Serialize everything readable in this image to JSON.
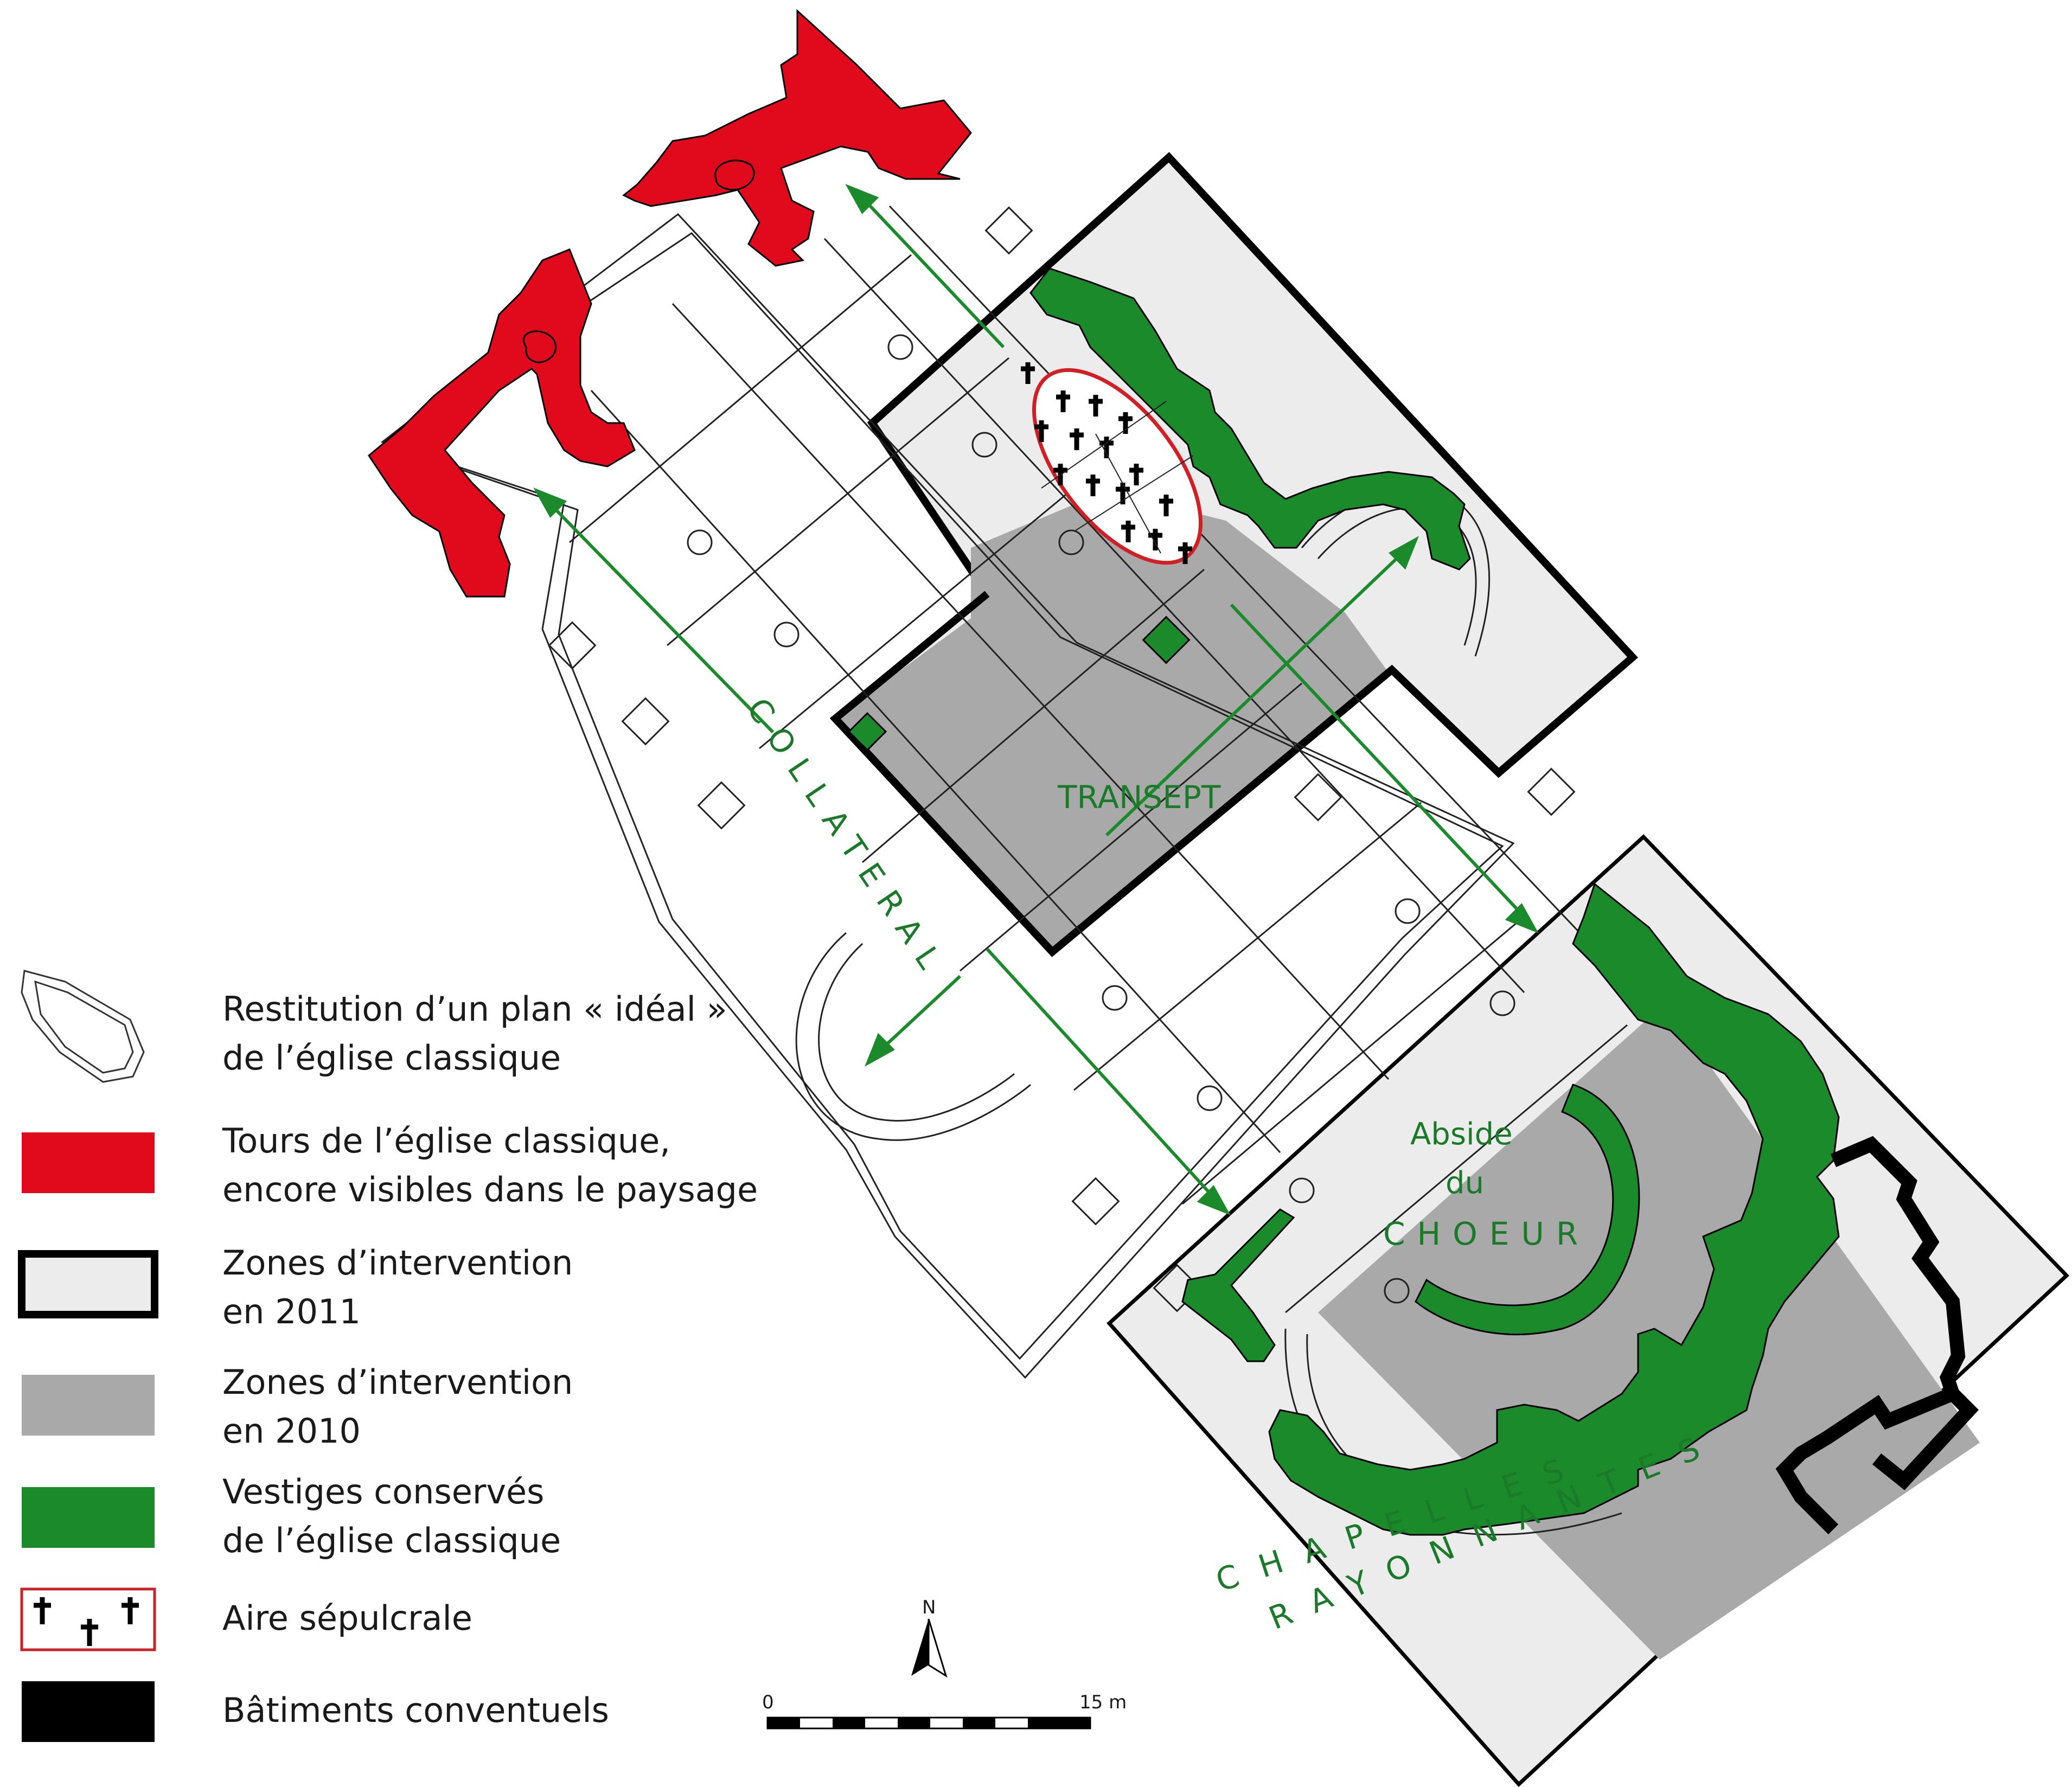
{
  "colors": {
    "tower_red": "#e00a1c",
    "remains_green": "#1a8a2a",
    "zone2011_fill": "#ececec",
    "zone2010_fill": "#a9a9a9",
    "convent_black": "#000000",
    "label_green": "#1a7a2a",
    "sepulchral_ring": "#d21f26"
  },
  "labels": {
    "collateral": "COLLATERAL",
    "transept": "TRANSEPT",
    "abside_line1": "Abside",
    "abside_line2": "du",
    "abside_line3": "CHOEUR",
    "chapelles": "CHAPELLES",
    "rayonnantes": "RAYONNANTES"
  },
  "legend": {
    "items": [
      {
        "line1": "Restitution d’un plan « idéal »",
        "line2": "de l’église classique",
        "icon": "ideal-plan-icon"
      },
      {
        "line1": "Tours de l’église classique,",
        "line2": "encore visibles dans le paysage",
        "icon": "red-swatch"
      },
      {
        "line1": "Zones d’intervention",
        "line2": "en 2011",
        "icon": "light-grey-bordered-swatch"
      },
      {
        "line1": "Zones d’intervention",
        "line2": "en 2010",
        "icon": "grey-swatch"
      },
      {
        "line1": "Vestiges conservés",
        "line2": "de l’église classique",
        "icon": "green-swatch"
      },
      {
        "line1": "Aire sépulcrale",
        "line2": "",
        "icon": "crosses-swatch"
      },
      {
        "line1": "Bâtiments conventuels",
        "line2": "",
        "icon": "black-swatch"
      }
    ]
  },
  "scale": {
    "start_label": "0",
    "end_label": "15 m",
    "north_label": "N"
  }
}
